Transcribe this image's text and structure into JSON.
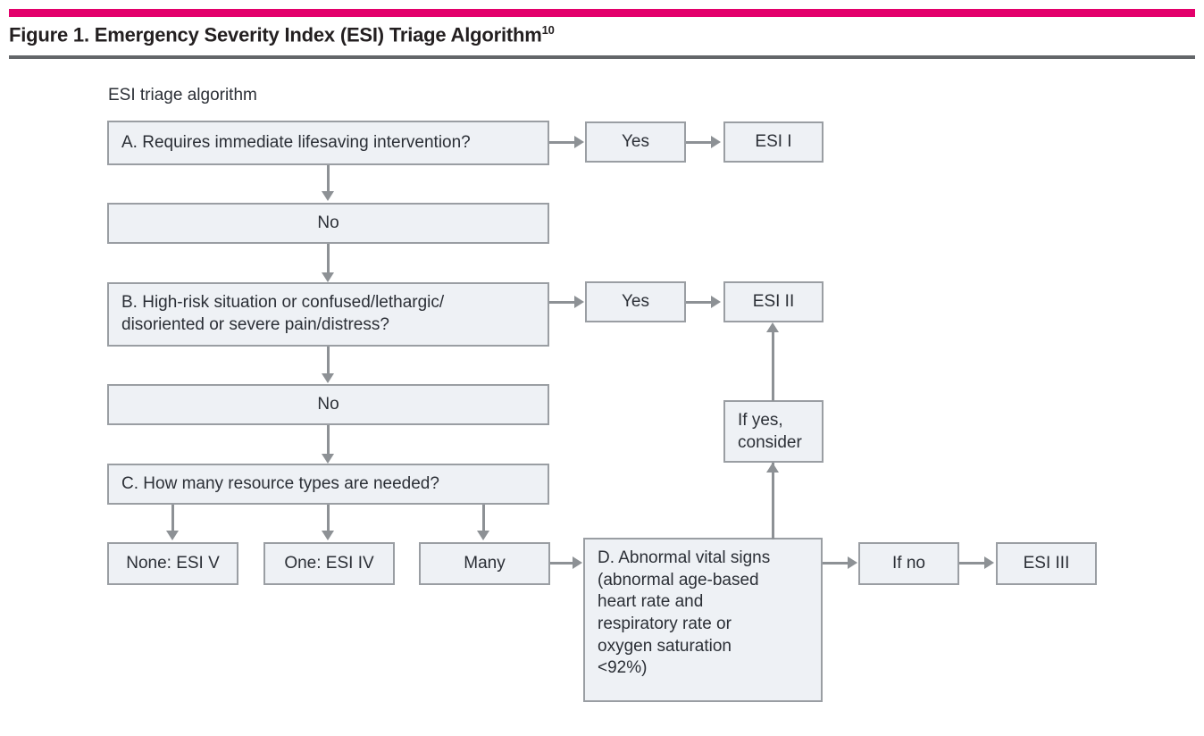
{
  "header": {
    "title_prefix": "Figure 1. Emergency Severity Index (ESI) Triage Algorithm",
    "title_superscript": "10",
    "accent_color": "#e3006b",
    "rule_color": "#636669"
  },
  "chart": {
    "caption": "ESI triage algorithm",
    "node_fill": "#eef1f5",
    "node_border": "#9a9ea3",
    "connector_color": "#8d9195"
  },
  "chart_data": {
    "type": "diagram",
    "title": "ESI triage algorithm",
    "nodes": [
      {
        "id": "A",
        "label": "A. Requires immediate lifesaving intervention?"
      },
      {
        "id": "A-yes",
        "label": "Yes"
      },
      {
        "id": "esi1",
        "label": "ESI I"
      },
      {
        "id": "A-no",
        "label": "No"
      },
      {
        "id": "B",
        "label": "B. High-risk situation or confused/lethargic/\ndisoriented or severe pain/distress?"
      },
      {
        "id": "B-yes",
        "label": "Yes"
      },
      {
        "id": "esi2",
        "label": "ESI II"
      },
      {
        "id": "B-no",
        "label": "No"
      },
      {
        "id": "C",
        "label": "C. How many resource types are needed?"
      },
      {
        "id": "C-none",
        "label": "None: ESI V"
      },
      {
        "id": "C-one",
        "label": "One: ESI IV"
      },
      {
        "id": "C-many",
        "label": "Many"
      },
      {
        "id": "D",
        "label": "D. Abnormal vital signs\n(abnormal age-based\nheart rate and\nrespiratory rate or\noxygen saturation\n<92%)"
      },
      {
        "id": "D-ifyes",
        "label": "If yes,\nconsider"
      },
      {
        "id": "D-ifno",
        "label": "If no"
      },
      {
        "id": "esi3",
        "label": "ESI III"
      }
    ],
    "edges": [
      {
        "from": "A",
        "to": "A-yes"
      },
      {
        "from": "A-yes",
        "to": "esi1"
      },
      {
        "from": "A",
        "to": "A-no"
      },
      {
        "from": "A-no",
        "to": "B"
      },
      {
        "from": "B",
        "to": "B-yes"
      },
      {
        "from": "B-yes",
        "to": "esi2"
      },
      {
        "from": "B",
        "to": "B-no"
      },
      {
        "from": "B-no",
        "to": "C"
      },
      {
        "from": "C",
        "to": "C-none"
      },
      {
        "from": "C",
        "to": "C-one"
      },
      {
        "from": "C",
        "to": "C-many"
      },
      {
        "from": "C-many",
        "to": "D"
      },
      {
        "from": "D",
        "to": "D-ifyes"
      },
      {
        "from": "D-ifyes",
        "to": "esi2"
      },
      {
        "from": "D",
        "to": "D-ifno"
      },
      {
        "from": "D-ifno",
        "to": "esi3"
      }
    ]
  }
}
